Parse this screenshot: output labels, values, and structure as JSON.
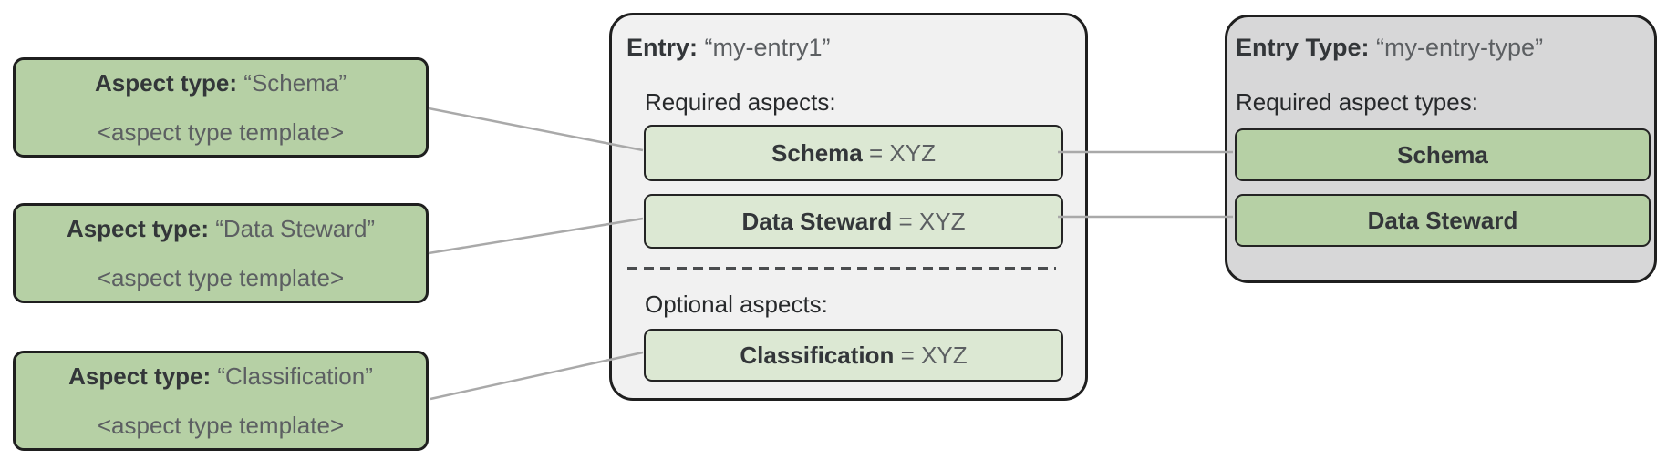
{
  "diagram": {
    "aspect_types": [
      {
        "label": "Aspect type:",
        "name": "“Schema”",
        "template": "<aspect type template>"
      },
      {
        "label": "Aspect type:",
        "name": "“Data Steward”",
        "template": "<aspect type template>"
      },
      {
        "label": "Aspect type:",
        "name": "“Classification”",
        "template": "<aspect type template>"
      }
    ],
    "entry": {
      "label": "Entry:",
      "name": "“my-entry1”",
      "required_heading": "Required aspects:",
      "required_aspects": [
        {
          "name": "Schema",
          "value": "= XYZ"
        },
        {
          "name": "Data Steward",
          "value": "= XYZ"
        }
      ],
      "optional_heading": "Optional aspects:",
      "optional_aspects": [
        {
          "name": "Classification",
          "value": "= XYZ"
        }
      ]
    },
    "entry_type": {
      "label": "Entry Type:",
      "name": "“my-entry-type”",
      "required_heading": "Required aspect types:",
      "required_aspect_types": [
        {
          "name": "Schema"
        },
        {
          "name": "Data Steward"
        }
      ]
    },
    "connections": [
      {
        "from": "aspect-type-schema",
        "to": "entry-required-aspect-schema"
      },
      {
        "from": "aspect-type-data-steward",
        "to": "entry-required-aspect-data-steward"
      },
      {
        "from": "aspect-type-classification",
        "to": "entry-optional-aspect-classification"
      },
      {
        "from": "entry-required-aspect-schema",
        "to": "entry-type-aspect-schema"
      },
      {
        "from": "entry-required-aspect-data-steward",
        "to": "entry-type-aspect-data-steward"
      }
    ],
    "colors": {
      "aspect_green": "#b6d0a5",
      "aspect_green_light": "#dce8d3",
      "entry_bg": "#f1f1f1",
      "entry_type_bg": "#d7d7d8",
      "border": "#1f1f1f",
      "connector": "#a9a9a9",
      "text_primary": "#333639",
      "text_secondary": "#5c5f62"
    }
  }
}
